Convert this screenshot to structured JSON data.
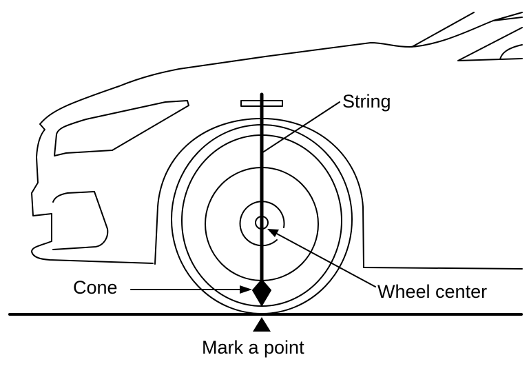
{
  "labels": {
    "string": "String",
    "cone": "Cone",
    "wheel_center": "Wheel center",
    "mark_point": "Mark a point"
  },
  "colors": {
    "ink": "#000000",
    "background": "#ffffff"
  }
}
